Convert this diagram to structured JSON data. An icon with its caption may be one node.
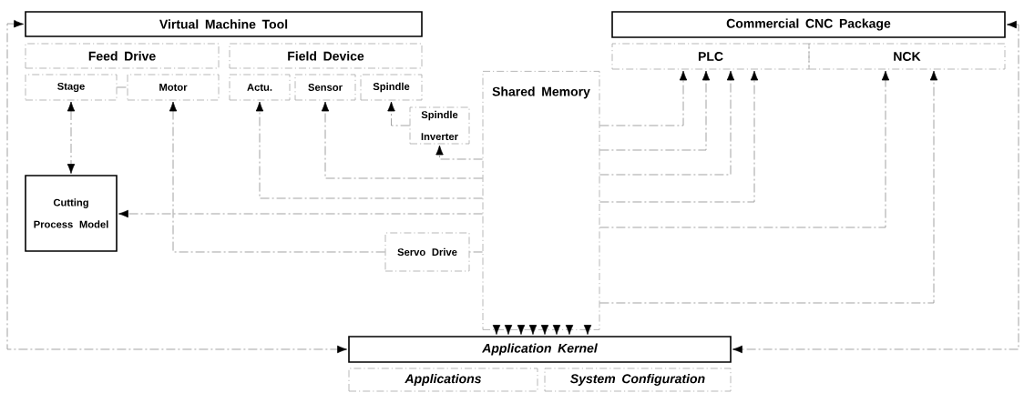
{
  "diagram": {
    "nodes": [
      {
        "text": [
          "Virtual Machine Tool"
        ]
      },
      {
        "text": [
          "Feed Drive"
        ]
      },
      {
        "text": [
          "Field Device"
        ]
      },
      {
        "text": [
          "Stage"
        ]
      },
      {
        "text": [
          "Motor"
        ]
      },
      {
        "text": [
          "Actu."
        ]
      },
      {
        "text": [
          "Sensor"
        ]
      },
      {
        "text": [
          "Spindle"
        ]
      },
      {
        "text": [
          "Spindle Inverter"
        ]
      },
      {
        "text": [
          "Shared Memory"
        ]
      },
      {
        "text": [
          "Cutting Process Model"
        ]
      },
      {
        "text": [
          "Servo Drive"
        ]
      },
      {
        "text": [
          "Commercial CNC Package"
        ]
      },
      {
        "text": [
          "PLC"
        ]
      },
      {
        "text": [
          "NCK"
        ]
      },
      {
        "text": [
          "Application Kernel"
        ]
      },
      {
        "text": [
          "Applications"
        ]
      },
      {
        "text": [
          "System Configuration"
        ]
      }
    ],
    "edges": [
      {
        "from": 0,
        "to": 15,
        "arrow": "both"
      },
      {
        "from": 12,
        "to": 15,
        "arrow": "both"
      },
      {
        "from": 3,
        "to": 10,
        "arrow": "both"
      },
      {
        "from": 3,
        "to": 4,
        "arrow": "none"
      },
      {
        "from": 11,
        "to": 4,
        "arrow": "to"
      },
      {
        "from": 8,
        "to": 7,
        "arrow": "to"
      },
      {
        "from": 9,
        "to": 8,
        "arrow": "to"
      },
      {
        "from": 9,
        "to": 6,
        "arrow": "to"
      },
      {
        "from": 9,
        "to": 5,
        "arrow": "to"
      },
      {
        "from": 9,
        "to": 10,
        "arrow": "to"
      },
      {
        "from": 9,
        "to": 11,
        "arrow": "none"
      },
      {
        "from": 9,
        "to": 13,
        "arrow": "to"
      },
      {
        "from": 9,
        "to": 13,
        "arrow": "to"
      },
      {
        "from": 9,
        "to": 13,
        "arrow": "to"
      },
      {
        "from": 9,
        "to": 13,
        "arrow": "to"
      },
      {
        "from": 9,
        "to": 14,
        "arrow": "to"
      },
      {
        "from": 9,
        "to": 14,
        "arrow": "to"
      },
      {
        "from": 9,
        "to": 15,
        "arrow": "to"
      },
      {
        "from": 9,
        "to": 15,
        "arrow": "to"
      },
      {
        "from": 9,
        "to": 15,
        "arrow": "to"
      },
      {
        "from": 9,
        "to": 15,
        "arrow": "to"
      },
      {
        "from": 9,
        "to": 15,
        "arrow": "to"
      },
      {
        "from": 9,
        "to": 15,
        "arrow": "to"
      },
      {
        "from": 9,
        "to": 15,
        "arrow": "to"
      },
      {
        "from": 9,
        "to": 15,
        "arrow": "to"
      }
    ]
  }
}
